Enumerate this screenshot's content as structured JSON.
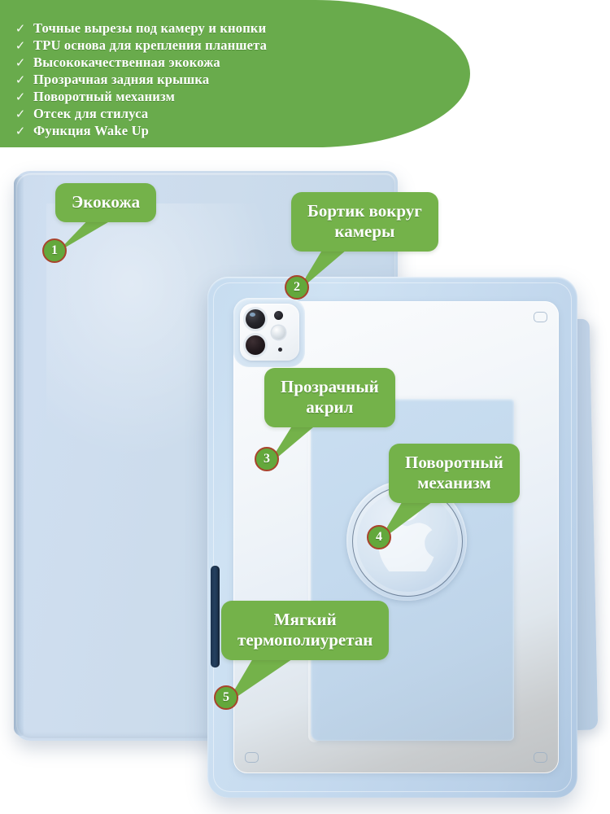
{
  "banner": {
    "check_glyph": "✓",
    "features": [
      "Точные вырезы под камеру и кнопки",
      "TPU основа для крепления планшета",
      "Высококачественная экокожа",
      "Прозрачная задняя крышка",
      "Поворотный механизм",
      "Отсек для стилуса",
      "Функция Wake Up"
    ],
    "color": "#69ab4c"
  },
  "callouts": [
    {
      "number": "1",
      "line1": "Экокожа",
      "line2": ""
    },
    {
      "number": "2",
      "line1": "Бортик вокруг",
      "line2": "камеры"
    },
    {
      "number": "3",
      "line1": "Прозрачный",
      "line2": "акрил"
    },
    {
      "number": "4",
      "line1": "Поворотный",
      "line2": "механизм"
    },
    {
      "number": "5",
      "line1": "Мягкий",
      "line2": "термополиуретан"
    }
  ],
  "colors": {
    "callout_green": "#74b24a",
    "badge_fill": "#63a83c",
    "badge_ring": "#a8442c",
    "case_blue": "#c6dcf0",
    "acrylic": "#eef3f8",
    "stylus_slot": "#1d3450"
  }
}
